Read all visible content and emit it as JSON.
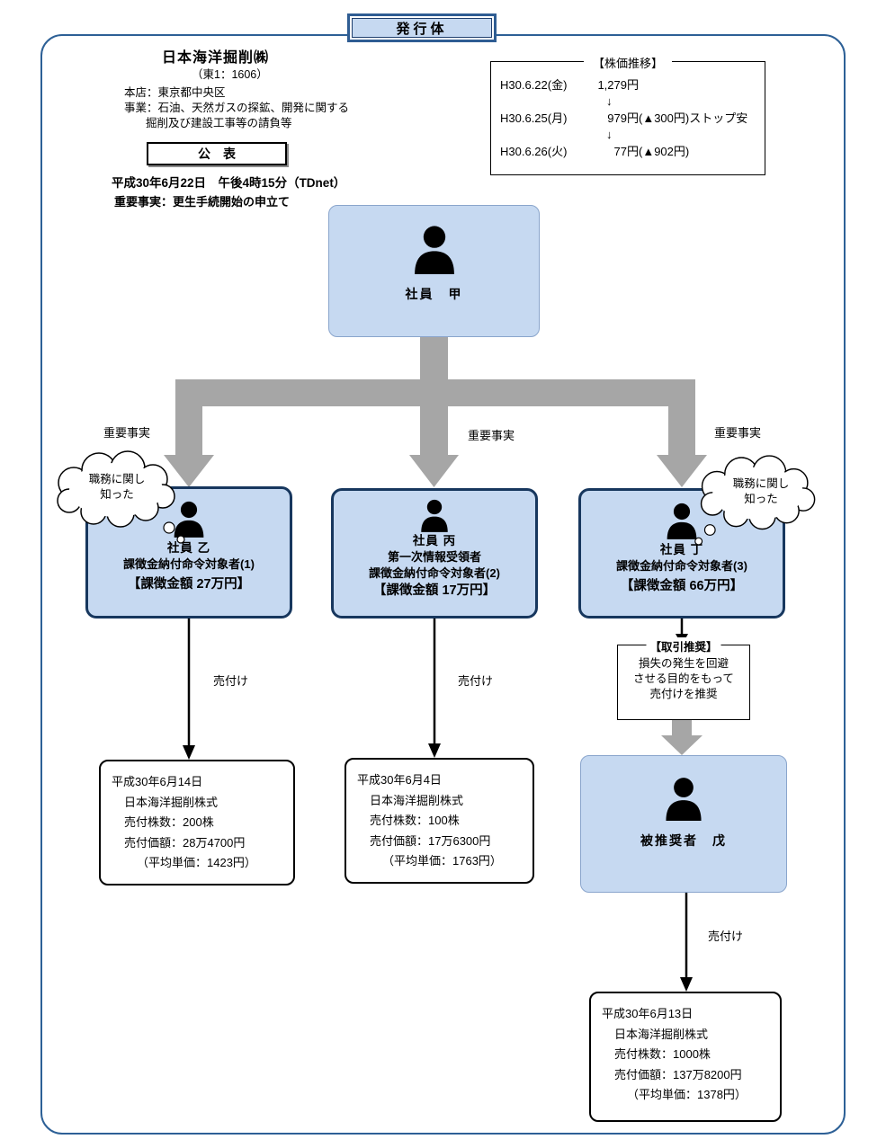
{
  "colors": {
    "box_fill": "#c6d9f1",
    "box_border_dark": "#17375e",
    "outer_border": "#2d6096",
    "arrow_gray": "#a6a6a6"
  },
  "header": {
    "issuer_tag": "発行体",
    "company_name": "日本海洋掘削㈱",
    "ticker": "（東1：1606）",
    "head_office": "本店：東京都中央区",
    "business_line1": "事業：石油、天然ガスの探鉱、開発に関する",
    "business_line2": "掘削及び建設工事等の請負等",
    "announce_label": "公　表",
    "announce_datetime": "平成30年6月22日　午後4時15分（TDnet）",
    "announce_fact": "重要事実：更生手続開始の申立て"
  },
  "stock_price": {
    "title": "【株価推移】",
    "down_arrow": "↓",
    "rows": [
      {
        "date": "H30.6.22(金)",
        "price": "1,279円",
        "extra": ""
      },
      {
        "date": "H30.6.25(月)",
        "price": "979円",
        "extra": "(▲300円)ストップ安"
      },
      {
        "date": "H30.6.26(火)",
        "price": "77円",
        "extra": "(▲902円)"
      }
    ]
  },
  "tipper": {
    "name": "社員　甲"
  },
  "fact_labels": {
    "left": "重要事実",
    "center": "重要事実",
    "right": "重要事実"
  },
  "thought_bubbles": {
    "left": {
      "line1": "職務に関し",
      "line2": "知った"
    },
    "right": {
      "line1": "職務に関し",
      "line2": "知った"
    }
  },
  "recipients": {
    "otsu": {
      "name": "社員 乙",
      "line2": "課徴金納付命令対象者(1)",
      "penalty": "【課徴金額 27万円】"
    },
    "hei": {
      "name": "社員 丙",
      "line2": "第一次情報受領者",
      "line3": "課徴金納付命令対象者(2)",
      "penalty": "【課徴金額 17万円】"
    },
    "tei": {
      "name": "社員 丁",
      "line2": "課徴金納付命令対象者(3)",
      "penalty": "【課徴金額 66万円】"
    }
  },
  "recommendation": {
    "title": "【取引推奨】",
    "line1": "損失の発生を回避",
    "line2": "させる目的をもって",
    "line3": "売付けを推奨"
  },
  "recommended": {
    "name": "被推奨者　戊"
  },
  "sell_labels": {
    "otsu": "売付け",
    "hei": "売付け",
    "bo": "売付け"
  },
  "trades": {
    "otsu": {
      "date": "平成30年6月14日",
      "stock": "日本海洋掘削株式",
      "shares": "売付株数：200株",
      "amount": "売付価額：28万4700円",
      "avg": "（平均単価：1423円）"
    },
    "hei": {
      "date": "平成30年6月4日",
      "stock": "日本海洋掘削株式",
      "shares": "売付株数：100株",
      "amount": "売付価額：17万6300円",
      "avg": "（平均単価：1763円）"
    },
    "bo": {
      "date": "平成30年6月13日",
      "stock": "日本海洋掘削株式",
      "shares": "売付株数：1000株",
      "amount": "売付価額：137万8200円",
      "avg": "（平均単価：1378円）"
    }
  }
}
